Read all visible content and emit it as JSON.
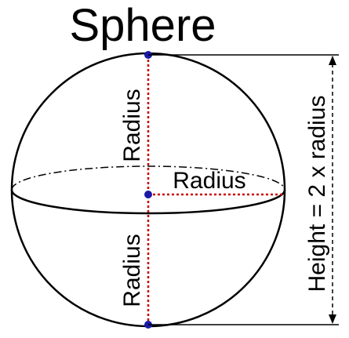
{
  "title": "Sphere",
  "labels": {
    "radius_upper": "Radius",
    "radius_horizontal": "Radius",
    "radius_lower": "Radius",
    "height": "Height = 2 x radius"
  },
  "colors": {
    "outline": "#000000",
    "radius_line": "#cc0000",
    "point": "#1a1aa8",
    "background": "#ffffff"
  }
}
